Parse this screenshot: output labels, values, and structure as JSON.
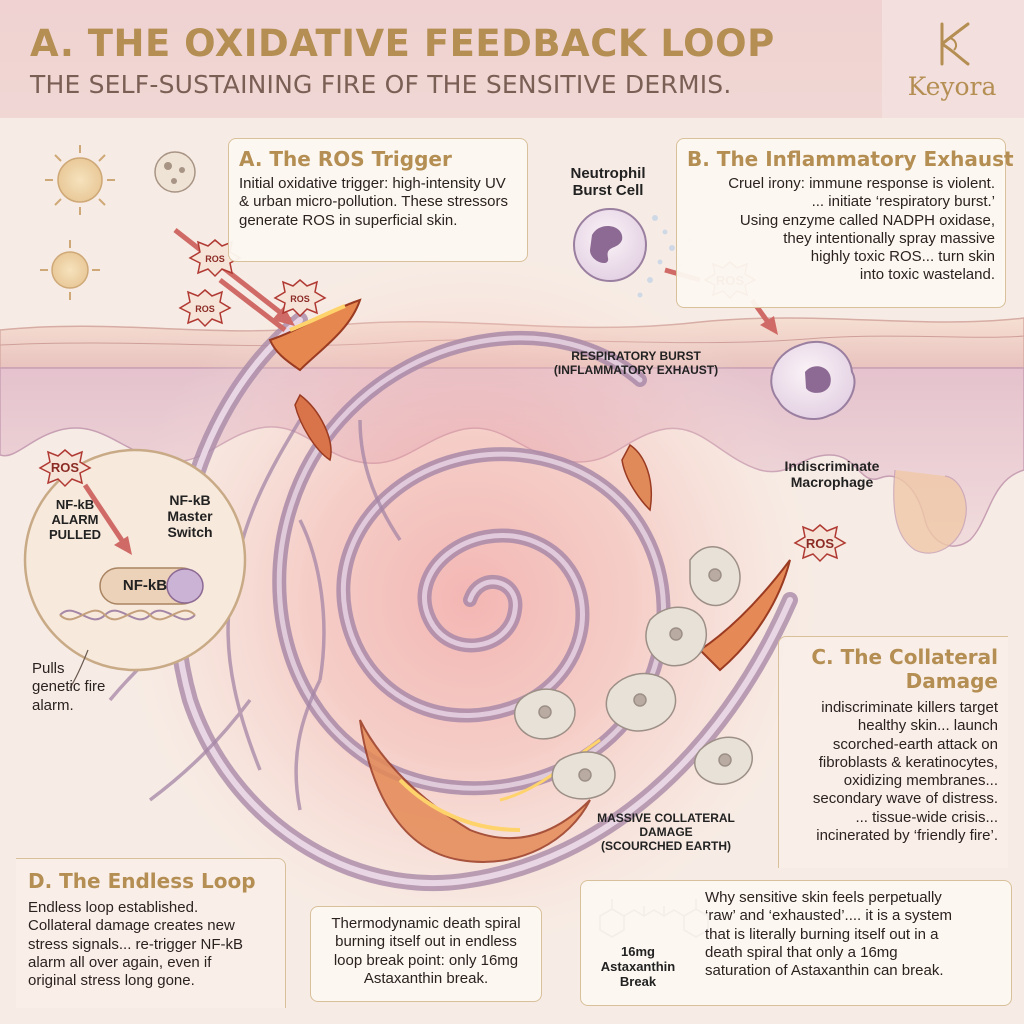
{
  "header": {
    "title": "A. THE OXIDATIVE FEEDBACK LOOP",
    "subtitle": "THE SELF-SUSTAINING FIRE OF THE SENSITIVE DERMIS.",
    "brand": "Keyora",
    "brand_logo_icon": "k-monogram-icon"
  },
  "section_a": {
    "heading": "A. The ROS Trigger",
    "body": "Initial oxidative trigger: high-intensity UV & urban micro-pollution. These stressors generate ROS in superficial skin."
  },
  "section_b": {
    "heading": "B. The Inflammatory Exhaust",
    "lines": [
      "Cruel irony: immune response is violent.",
      "... initiate ‘respiratory burst.’",
      "Using enzyme called NADPH oxidase,",
      "they intentionally spray massive",
      "highly toxic ROS... turn skin",
      "into toxic wasteland."
    ]
  },
  "section_c": {
    "heading_lines": [
      "C. The Collateral",
      "Damage"
    ],
    "lines": [
      "indiscriminate killers target",
      "healthy skin... launch",
      "scorched-earth attack on",
      "fibroblasts & keratinocytes,",
      "oxidizing membranes...",
      "secondary wave of distress.",
      "... tissue-wide crisis...",
      "incinerated by ‘friendly fire’."
    ]
  },
  "section_d": {
    "heading": "D. The Endless Loop",
    "lines": [
      "Endless loop established.",
      "Collateral damage creates new",
      "stress signals... re-trigger NF-kB",
      "alarm all over again, even if",
      "original stress long gone."
    ]
  },
  "center_box": {
    "lines": [
      "Thermodynamic death spiral",
      "burning itself out in endless",
      "loop break point: only 16mg",
      "Astaxanthin break."
    ]
  },
  "bottom_right_box": {
    "molecule_label_lines": [
      "16mg",
      "Astaxanthin",
      "Break"
    ],
    "lines": [
      "Why sensitive skin feels perpetually",
      "‘raw’ and ‘exhausted’.... it is a system",
      "that is literally burning itself out in a",
      "death spiral that only a 16mg",
      "saturation of Astaxanthin can break."
    ]
  },
  "labels": {
    "neutrophil": [
      "Neutrophil",
      "Burst Cell"
    ],
    "respiratory_burst": [
      "RESPIRATORY BURST",
      "(INFLAMMATORY EXHAUST)"
    ],
    "macrophage": [
      "Indiscriminate",
      "Macrophage"
    ],
    "collateral": [
      "MASSIVE COLLATERAL",
      "DAMAGE",
      "(SCOURCHED EARTH)"
    ],
    "nfkb_alarm": [
      "NF-kB",
      "ALARM",
      "PULLED"
    ],
    "nfkb_master": [
      "NF-kB",
      "Master",
      "Switch"
    ],
    "nfkb_protein": "NF-kB",
    "pulls_alarm": [
      "Pulls",
      "genetic fire",
      "alarm."
    ],
    "ros": "ROS"
  },
  "icons": [
    "sun-icon",
    "pollution-particle-icon",
    "ros-burst-icon",
    "neutrophil-cell-icon",
    "macrophage-cell-icon",
    "dna-icon",
    "fibroblast-cell-icon",
    "astaxanthin-molecule-icon"
  ],
  "colors": {
    "accent_gold": "#b48e52",
    "header_bg": "#efd2d1",
    "fire_red": "#d9534f",
    "spiral_purple": "#a98aa8"
  }
}
